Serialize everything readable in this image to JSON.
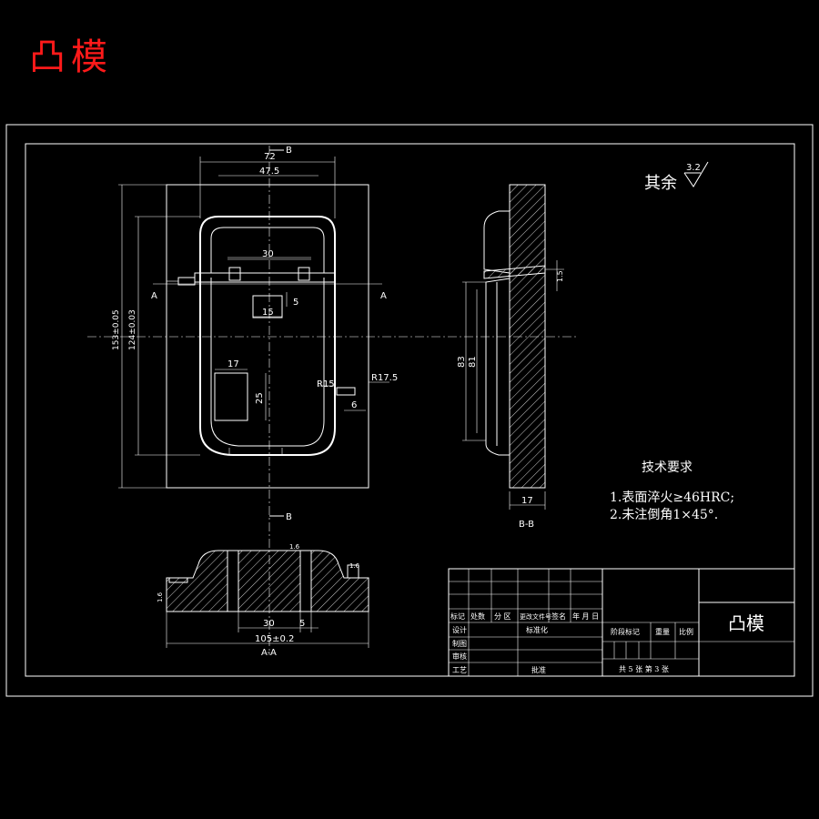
{
  "heading": "凸模",
  "surface_note": {
    "label": "其余",
    "roughness": "3.2"
  },
  "top_view": {
    "section_mark": "B",
    "cut_mark": "A",
    "dims": {
      "top_width": "72",
      "inner_width": "47.5",
      "slot_width": "30",
      "slot_depth": "5",
      "pad_width": "15",
      "pocket_width": "17",
      "pocket_height": "25",
      "radius_small": "R15",
      "radius_large": "R17.5",
      "edge_offset": "6",
      "height_outer": "153±0.05",
      "height_inner": "124±0.03"
    }
  },
  "side_view": {
    "label": "B-B",
    "dims": {
      "thickness": "17",
      "inner_height": "83",
      "mid_height": "81",
      "lip": "1.5"
    }
  },
  "bottom_view": {
    "label": "A-A",
    "dims": {
      "slot_width": "30",
      "offset": "5",
      "base_width": "105±0.2",
      "roughness_1": "1.6",
      "roughness_2": "1.6",
      "roughness_3": "1.6"
    }
  },
  "tech_requirements": {
    "title": "技术要求",
    "items": [
      "1.表面淬火≥46HRC;",
      "2.未注倒角1×45°."
    ]
  },
  "title_block": {
    "part_name": "凸模",
    "header_row": [
      "标记",
      "处数",
      "分 区",
      "更改文件号",
      "签名",
      "年 月 日"
    ],
    "rows": [
      "设计",
      "制图",
      "审核",
      "工艺"
    ],
    "signature": "标准化",
    "approve": "批准",
    "stage_label": "阶段标记",
    "weight_label": "重量",
    "scale_label": "比例",
    "sheet_info": "共 5 张 第 3 张"
  }
}
